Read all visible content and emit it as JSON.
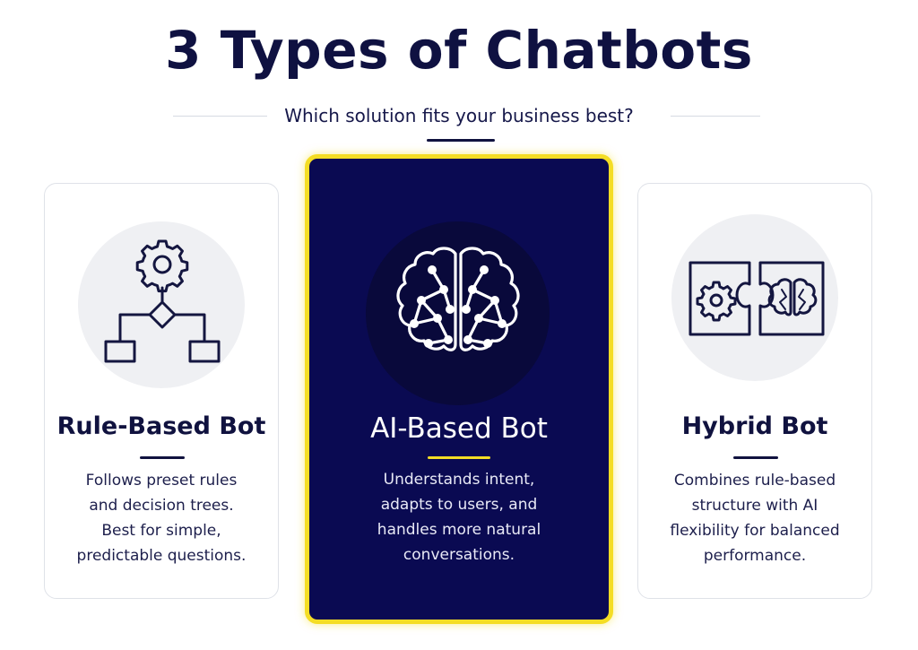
{
  "header": {
    "title": "3 Types of Chatbots",
    "subtitle": "Which solution fits your business best?"
  },
  "cards": [
    {
      "title": "Rule-Based Bot",
      "icon": "flowchart-gear-icon",
      "description": [
        "Follows preset rules",
        "and decision trees.",
        "Best for simple,",
        "predictable questions."
      ]
    },
    {
      "title": "AI-Based Bot",
      "icon": "brain-network-icon",
      "description": [
        "Understands intent,",
        "adapts to users, and",
        "handles more natural",
        "conversations."
      ]
    },
    {
      "title": "Hybrid Bot",
      "icon": "gear-brain-puzzle-icon",
      "description": [
        "Combines rule-based",
        "structure with AI",
        "flexibility for balanced",
        "performance."
      ]
    }
  ],
  "colors": {
    "navy": "#0a0a52",
    "accent": "#f4dd25",
    "text": "#10123f"
  }
}
